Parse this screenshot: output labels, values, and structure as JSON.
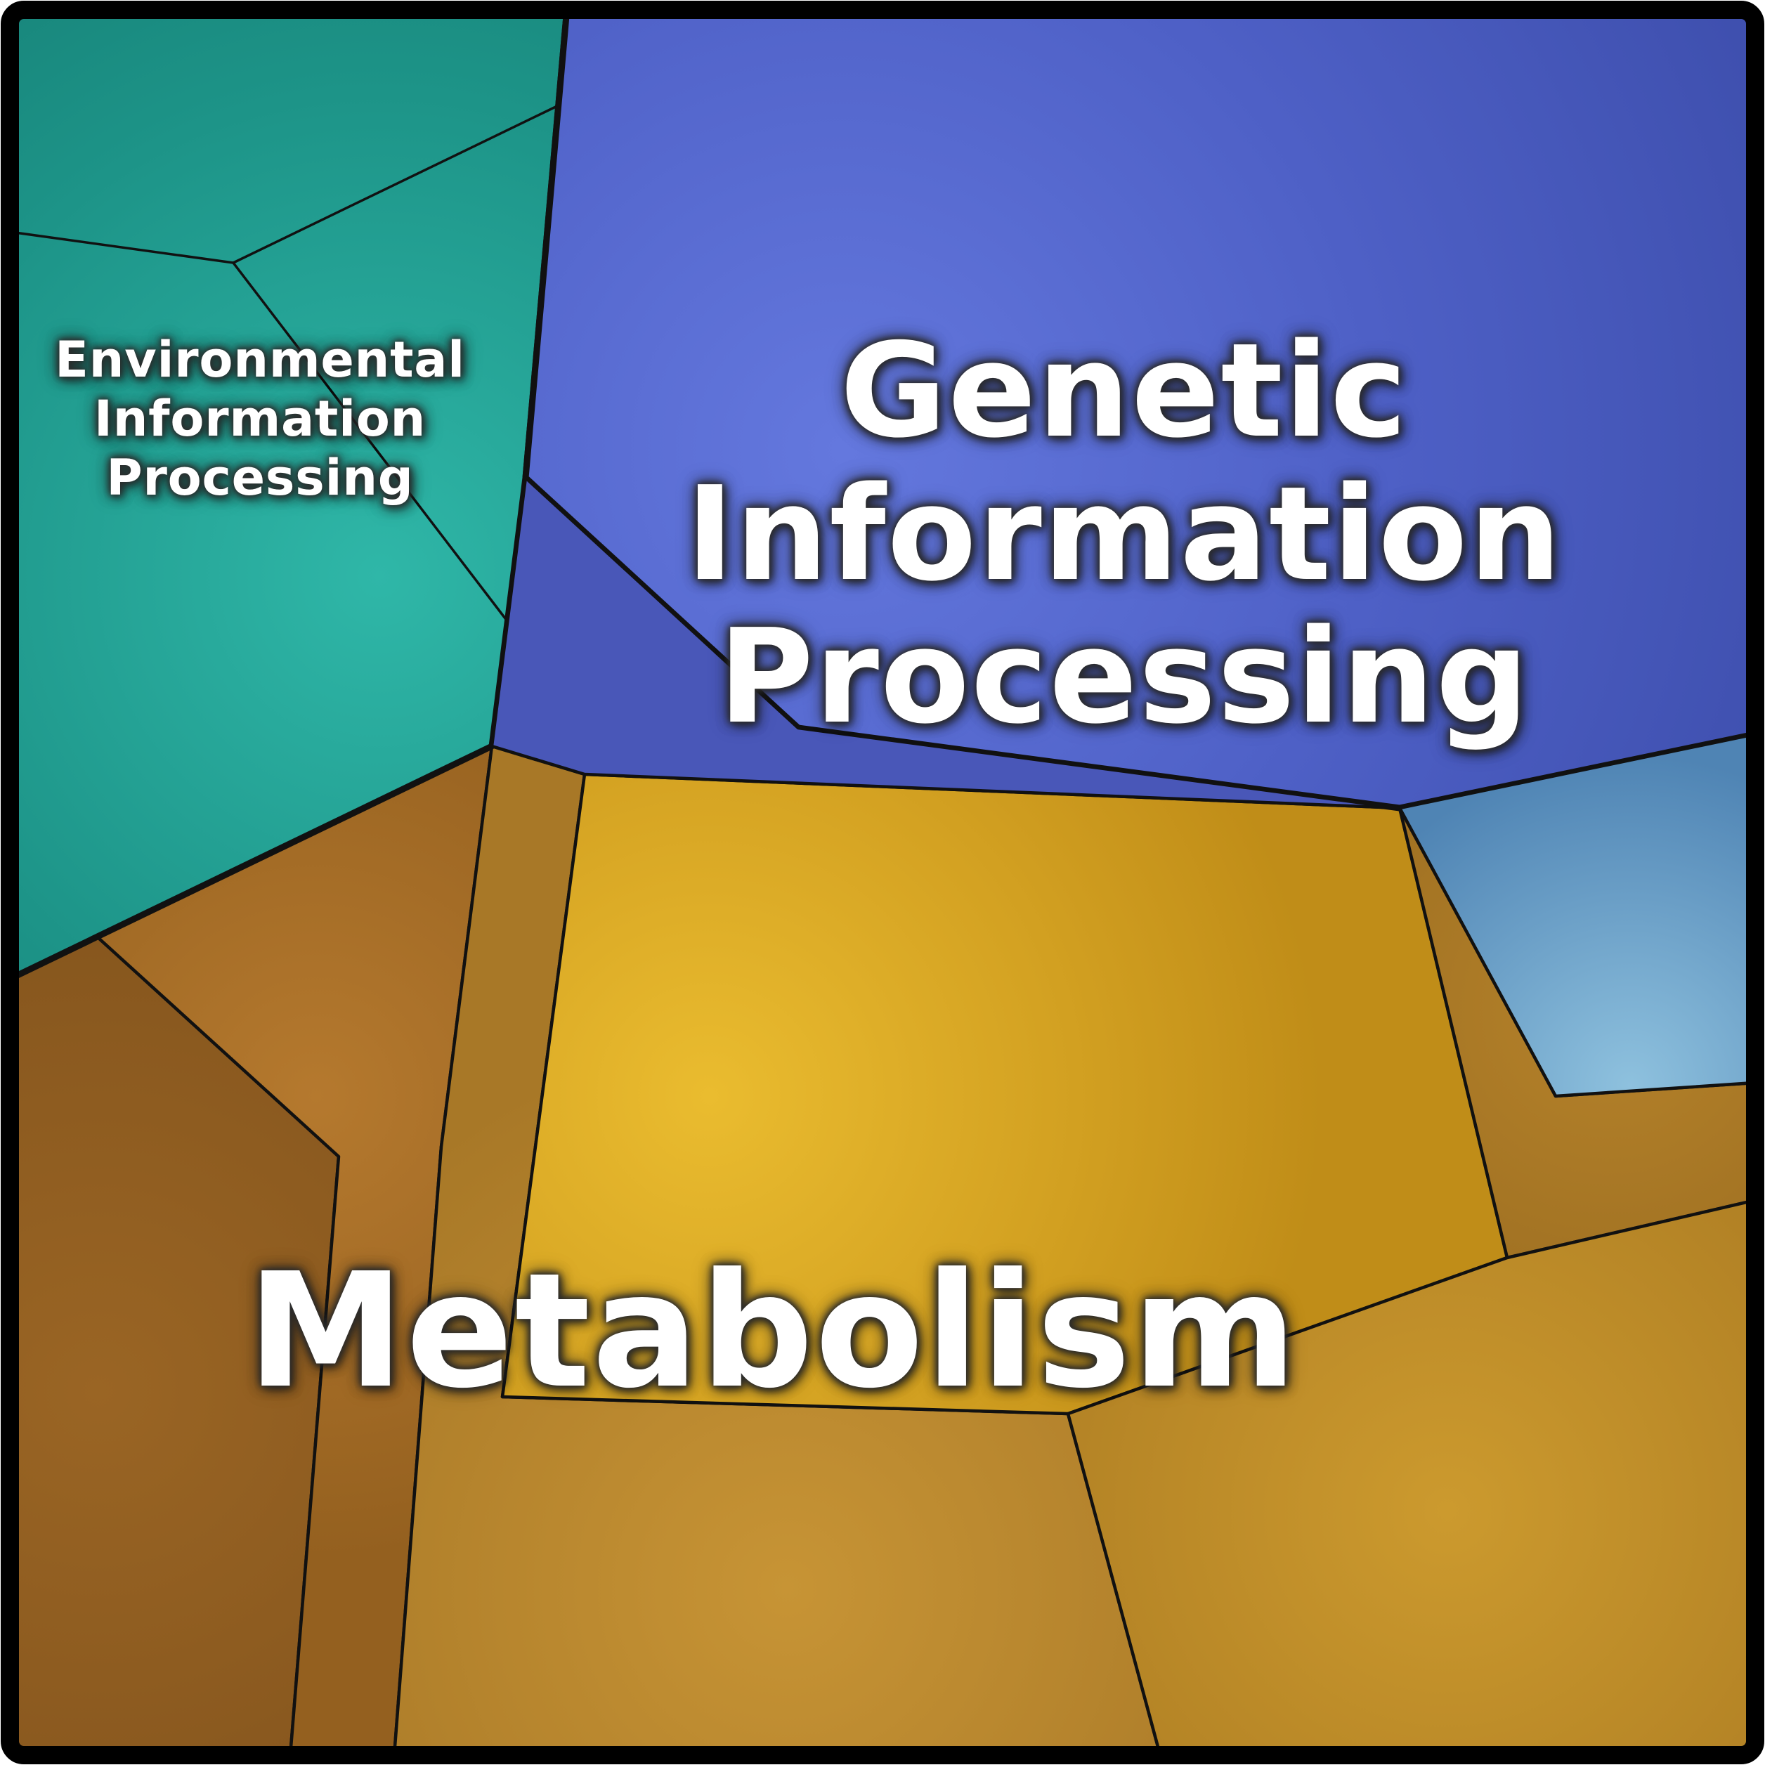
{
  "labels": {
    "environmental": "Environmental\nInformation\nProcessing",
    "genetic": "Genetic\nInformation\nProcessing",
    "metabolism": "Metabolism"
  },
  "colors": {
    "background": "#ffffff",
    "border": "#000000",
    "line": "#111111",
    "text": "#ffffff",
    "text_outline": "#3a3a3a",
    "teal_center": "#2fb7a8",
    "teal_mid": "#1d9488",
    "teal_edge": "#147a71",
    "blue_center": "#6478de",
    "blue_mid": "#4e60c6",
    "blue_edge": "#3f50af",
    "blue_band": "#4957b8",
    "steel_center": "#8ec1de",
    "steel_edge": "#4f84b4",
    "orange_base": "#a9742a",
    "brown_corner_center": "#9a6524",
    "brown_corner_edge": "#7e501b",
    "brown_center": "#b5792e",
    "brown_edge": "#94601f",
    "gold_center": "#eabc2f",
    "gold_mid": "#d2a021",
    "gold_edge": "#c08d18",
    "copper_center": "#c79435",
    "copper_edge": "#a87827",
    "rust_center": "#b5822a",
    "rust_edge": "#9a6c20",
    "amber_center": "#cc9a2e",
    "amber_edge": "#aa7a22"
  },
  "chart_data": {
    "type": "treemap",
    "variant": "voronoi",
    "title": "",
    "categories": [
      "Environmental Information Processing",
      "Genetic Information Processing",
      "Metabolism"
    ],
    "values_shown": false,
    "approx_area_fractions": [
      0.17,
      0.32,
      0.51
    ],
    "region_colors": [
      "#1d9488",
      "#4e60c6",
      "#c08d18"
    ],
    "subcell_counts": [
      3,
      3,
      6
    ],
    "legend": "none",
    "notes": "Voronoi treemap of pathway categories; top-level regions labeled, interior sub-cells unlabeled. Areas estimated from the figure."
  }
}
